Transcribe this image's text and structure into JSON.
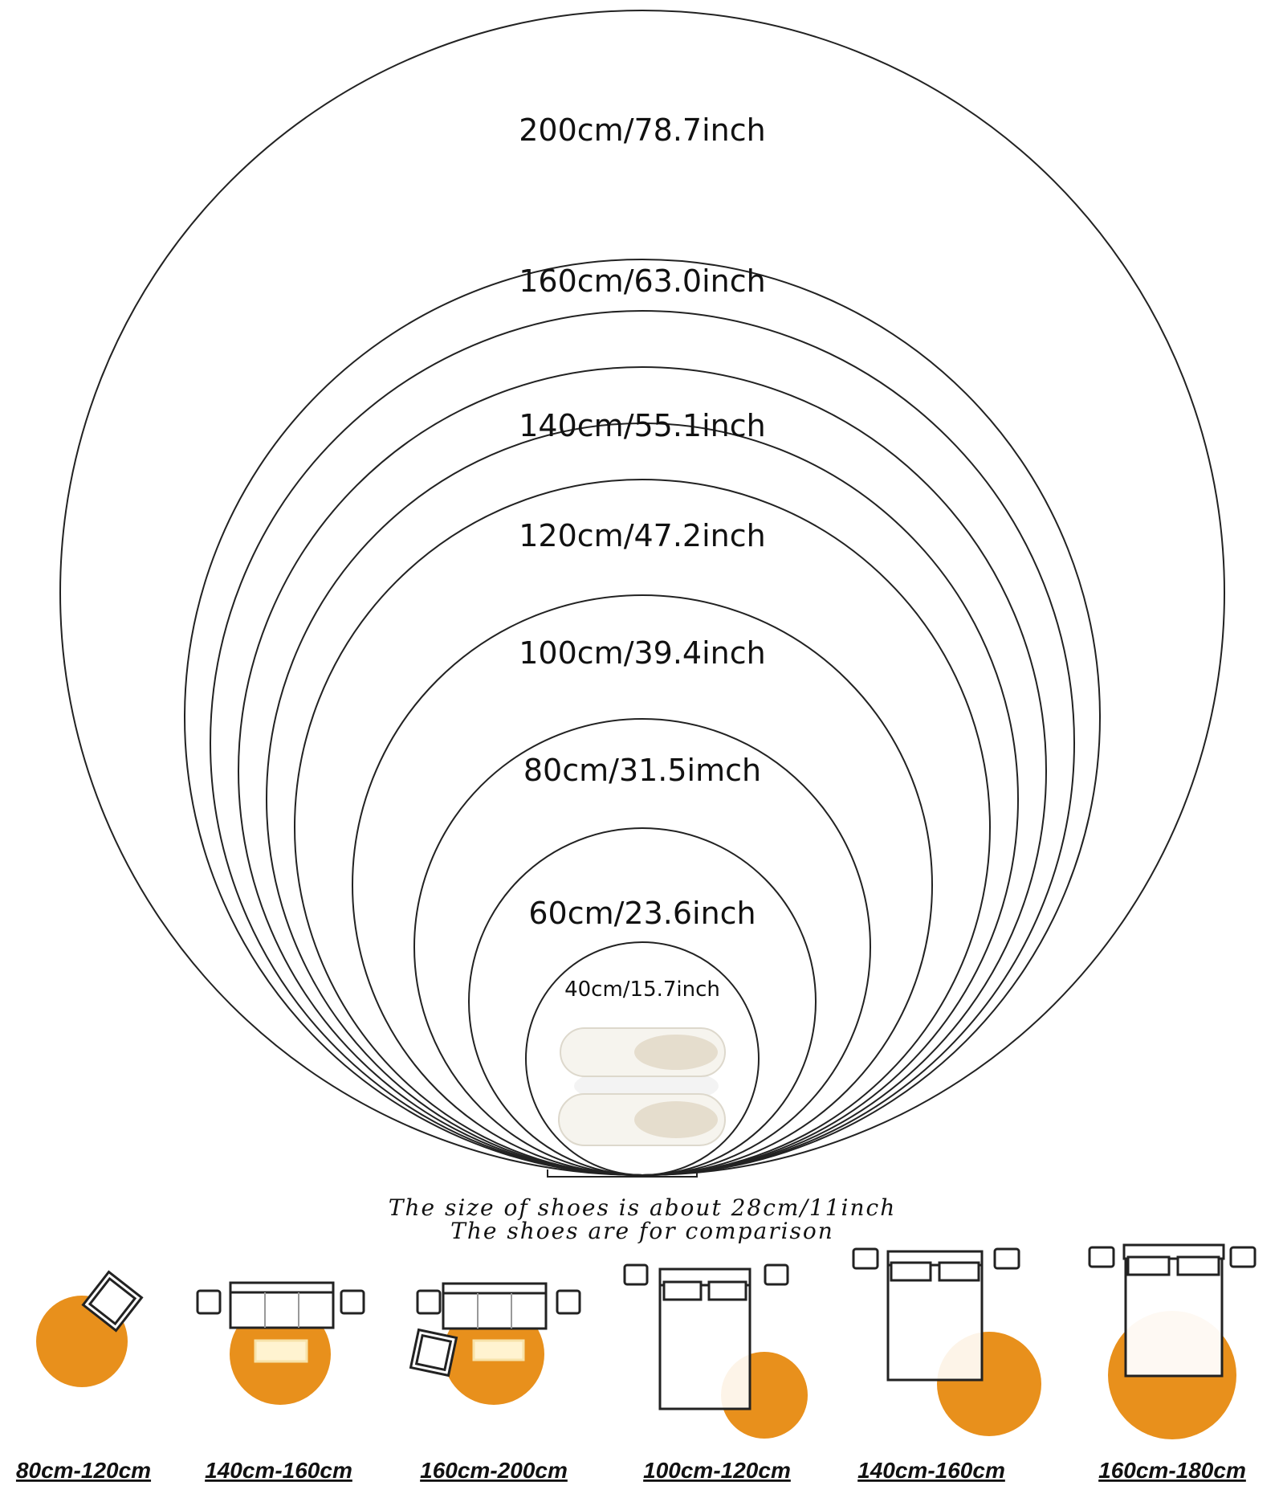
{
  "circles": [
    {
      "label": "200cm/78.7inch"
    },
    {
      "label": "160cm/63.0inch"
    },
    {
      "label": "140cm/55.1inch"
    },
    {
      "label": "120cm/47.2inch"
    },
    {
      "label": "100cm/39.4inch"
    },
    {
      "label": "80cm/31.5imch"
    },
    {
      "label": "60cm/23.6inch"
    },
    {
      "label": "40cm/15.7inch"
    }
  ],
  "notes": {
    "line1": "The size of shoes is about 28cm/11inch",
    "line2": "The shoes are for comparison"
  },
  "colors": {
    "rug": "#E8901C",
    "outline": "#222222"
  },
  "layouts": [
    {
      "scene": "chair",
      "label": "80cm-120cm"
    },
    {
      "scene": "sofa",
      "label": "140cm-160cm"
    },
    {
      "scene": "sofa-chair",
      "label": "160cm-200cm"
    },
    {
      "scene": "bed-small",
      "label": "100cm-120cm"
    },
    {
      "scene": "bed-medium",
      "label": "140cm-160cm"
    },
    {
      "scene": "bed-large",
      "label": "160cm-180cm"
    }
  ]
}
